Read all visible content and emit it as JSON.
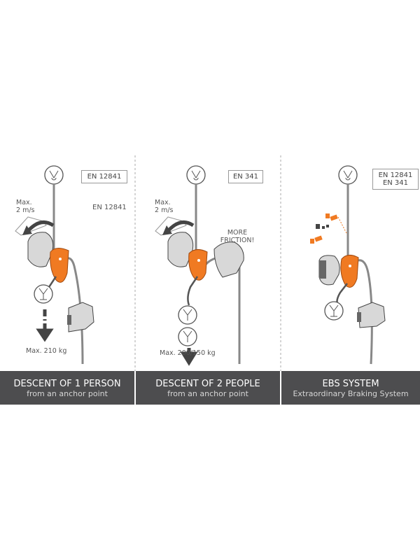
{
  "colors": {
    "accent": "#f07a22",
    "banner": "#4d4d4f",
    "line": "#7a7a7a"
  },
  "panels": [
    {
      "standard_box": [
        "EN 12841"
      ],
      "standard_note": "EN 12841",
      "speed": [
        "Max.",
        "2 m/s"
      ],
      "load": "Max. 210 kg",
      "title": "DESCENT OF 1 PERSON",
      "subtitle": "from an anchor point"
    },
    {
      "standard_box": [
        "EN 341"
      ],
      "speed": [
        "Max.",
        "2 m/s"
      ],
      "friction": [
        "MORE",
        "FRICTION!"
      ],
      "load": "Max. 200/150 kg",
      "title": "DESCENT OF 2 PEOPLE",
      "subtitle": "from an anchor point"
    },
    {
      "standard_box": [
        "EN 12841",
        "EN 341"
      ],
      "title": "EBS SYSTEM",
      "subtitle": "Extraordinary Braking System"
    }
  ]
}
